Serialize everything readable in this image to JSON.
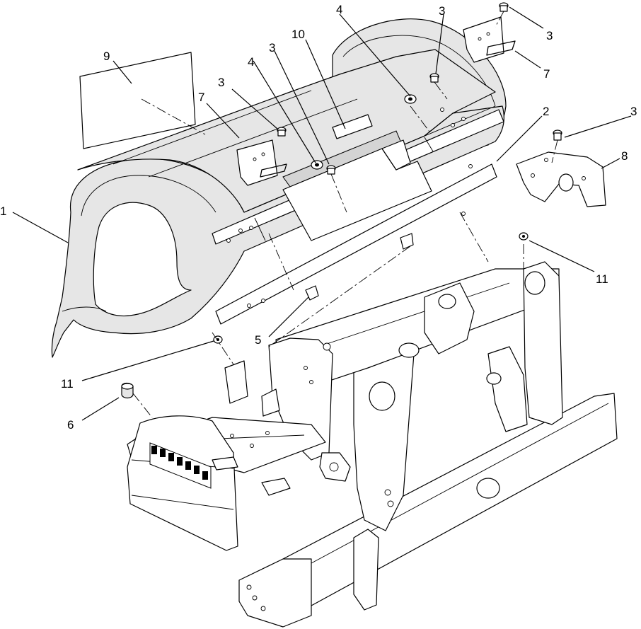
{
  "callouts": [
    {
      "label": "1",
      "part": "rear cover"
    },
    {
      "label": "2",
      "part": "mounting bracket"
    },
    {
      "label": "3",
      "part": "bolt"
    },
    {
      "label": "3",
      "part": "bolt"
    },
    {
      "label": "3",
      "part": "bolt"
    },
    {
      "label": "3",
      "part": "bolt"
    },
    {
      "label": "3",
      "part": "bolt"
    },
    {
      "label": "4",
      "part": "washer"
    },
    {
      "label": "4",
      "part": "washer"
    },
    {
      "label": "5",
      "part": "clip nut"
    },
    {
      "label": "6",
      "part": "bumper"
    },
    {
      "label": "7",
      "part": "cover bracket"
    },
    {
      "label": "7",
      "part": "cover bracket"
    },
    {
      "label": "8",
      "part": "side bracket"
    },
    {
      "label": "9",
      "part": "decal"
    },
    {
      "label": "10",
      "part": "decal"
    },
    {
      "label": "11",
      "part": "flange nut"
    },
    {
      "label": "11",
      "part": "flange nut"
    }
  ]
}
